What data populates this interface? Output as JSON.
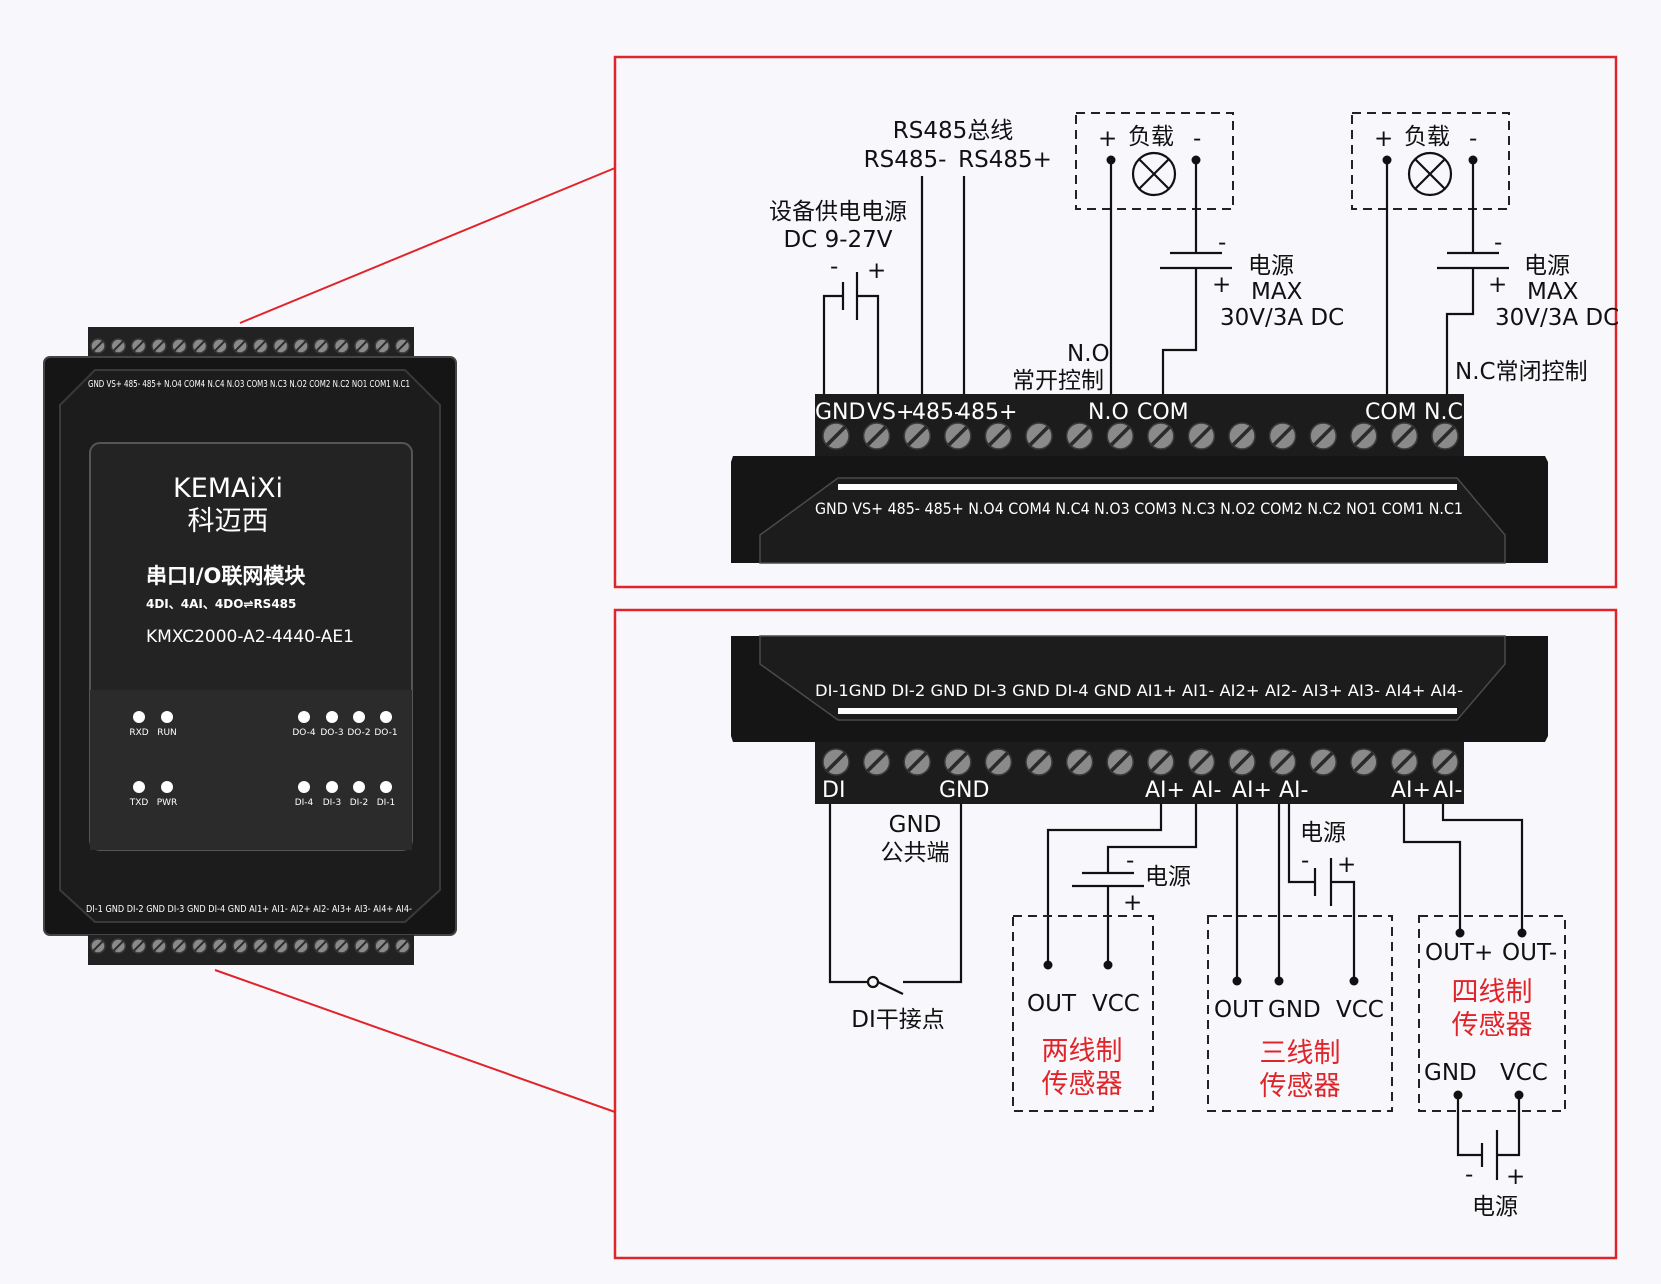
{
  "device": {
    "brand": "KEMAiXi",
    "brand_cn": "科迈西",
    "title": "串口I/O联网模块",
    "subtitle": "4DI、4AI、4DO⇌RS485",
    "model": "KMXC2000-A2-4440-AE1",
    "top_strip": [
      "GND",
      "VS+",
      "485-",
      "485+",
      "N.O4",
      "COM4",
      "N.C4",
      "N.O3",
      "COM3",
      "N.C3",
      "N.O2",
      "COM2",
      "N.C2",
      "NO1",
      "COM1",
      "N.C1"
    ],
    "bottom_strip": [
      "DI-1",
      "GND",
      "DI-2",
      "GND",
      "DI-3",
      "GND",
      "DI-4",
      "GND",
      "AI1+",
      "AI1-",
      "AI2+",
      "AI2-",
      "AI3+",
      "AI3-",
      "AI4+",
      "AI4-"
    ],
    "leds_top": [
      "RXD",
      "RUN",
      "DO-4",
      "DO-3",
      "DO-2",
      "DO-1"
    ],
    "leds_bottom": [
      "TXD",
      "PWR",
      "DI-4",
      "DI-3",
      "DI-2",
      "DI-1"
    ]
  },
  "top_panel": {
    "bus_title": "RS485总线",
    "bus_neg": "RS485-",
    "bus_pos": "RS485+",
    "psu_title": "设备供电电源",
    "psu_range": "DC 9-27V",
    "minus": "-",
    "plus": "+",
    "load": "负载",
    "power": "电源",
    "max": "MAX",
    "max_rating": "30V/3A DC",
    "no_label": "N.O",
    "no_ctrl": "常开控制",
    "nc_ctrl": "N.C常闭控制",
    "terminals": {
      "gnd": "GND",
      "vs": "VS+",
      "r485n": "485-",
      "r485p": "485+",
      "no": "N.O",
      "com": "COM",
      "com2": "COM",
      "nc": "N.C"
    },
    "strip": "GND VS+ 485- 485+ N.O4 COM4 N.C4 N.O3 COM3 N.C3 N.O2 COM2 N.C2 NO1 COM1 N.C1"
  },
  "bottom_panel": {
    "strip": "DI-1GND DI-2 GND DI-3 GND DI-4 GND AI1+ AI1- AI2+ AI2- AI3+ AI3- AI4+ AI4-",
    "terminals": {
      "di": "DI",
      "gnd": "GND",
      "ai1p": "AI+",
      "ai1n": "AI-",
      "ai2p": "AI+",
      "ai2n": "AI-",
      "ai4p": "AI+",
      "ai4n": "AI-"
    },
    "gnd_common": "GND",
    "gnd_common_cn": "公共端",
    "di_contact": "DI干接点",
    "power": "电源",
    "minus": "-",
    "plus": "+",
    "out": "OUT",
    "gnd": "GND",
    "vcc": "VCC",
    "out_plus": "OUT+",
    "out_minus": "OUT-",
    "two_wire_1": "两线制",
    "two_wire_2": "传感器",
    "three_wire_1": "三线制",
    "three_wire_2": "传感器",
    "four_wire_1": "四线制",
    "four_wire_2": "传感器"
  },
  "colors": {
    "frame": "#e0252a",
    "body": "#1a1a1a",
    "sensor_text": "#e0252a"
  }
}
